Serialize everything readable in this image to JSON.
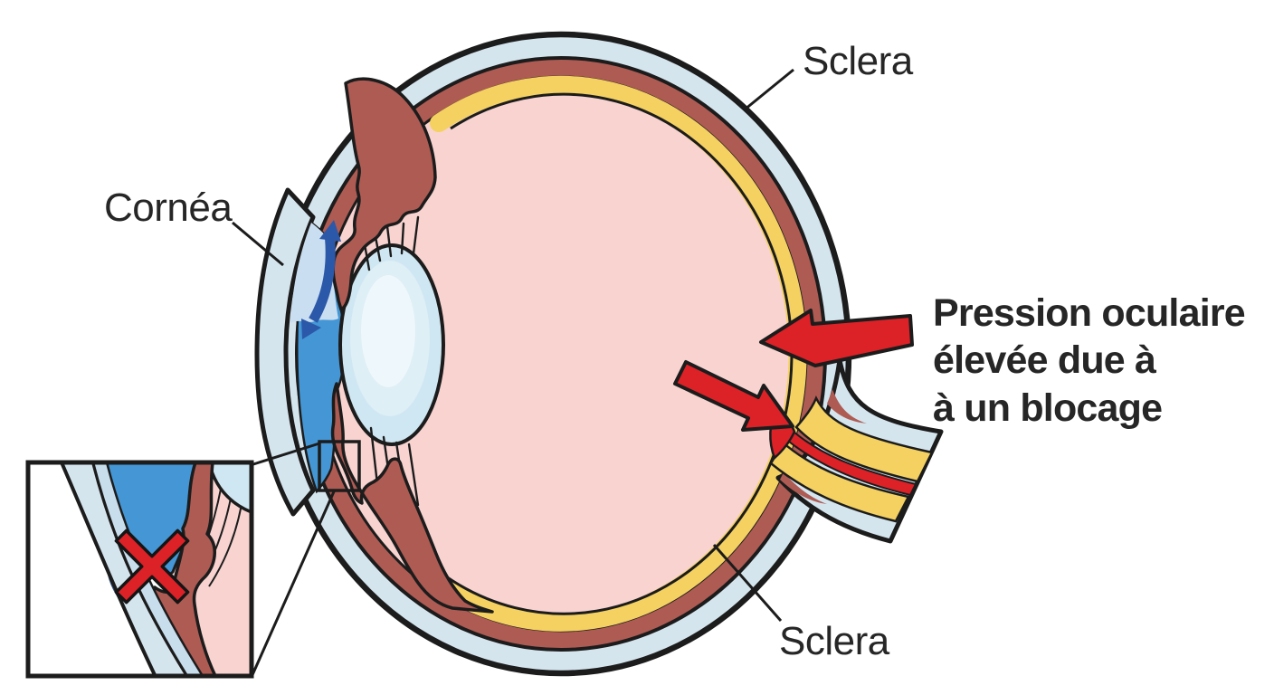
{
  "figure": {
    "labels": {
      "sclera_top": "Sclera",
      "cornea": "Cornéa",
      "sclera_bottom": "Sclera",
      "pressure": [
        "Pression oculaire",
        "élevée due à",
        "à un blocage"
      ]
    },
    "colors": {
      "outline": "#1c1c1c",
      "text": "#262626",
      "sclera": "#d5e5ee",
      "choroid": "#ae5b53",
      "retina": "#f4d160",
      "vitreous": "#f8d3d0",
      "aqueous": "#4496d5",
      "aqueous_light": "#c9def0",
      "lens": "#cfe7f2",
      "lens_highlight": "#eef7fb",
      "red": "#dc2127",
      "blue": "#2b58a8",
      "inset_band": "#c8deed",
      "mesh": "#4a6fa5"
    }
  }
}
